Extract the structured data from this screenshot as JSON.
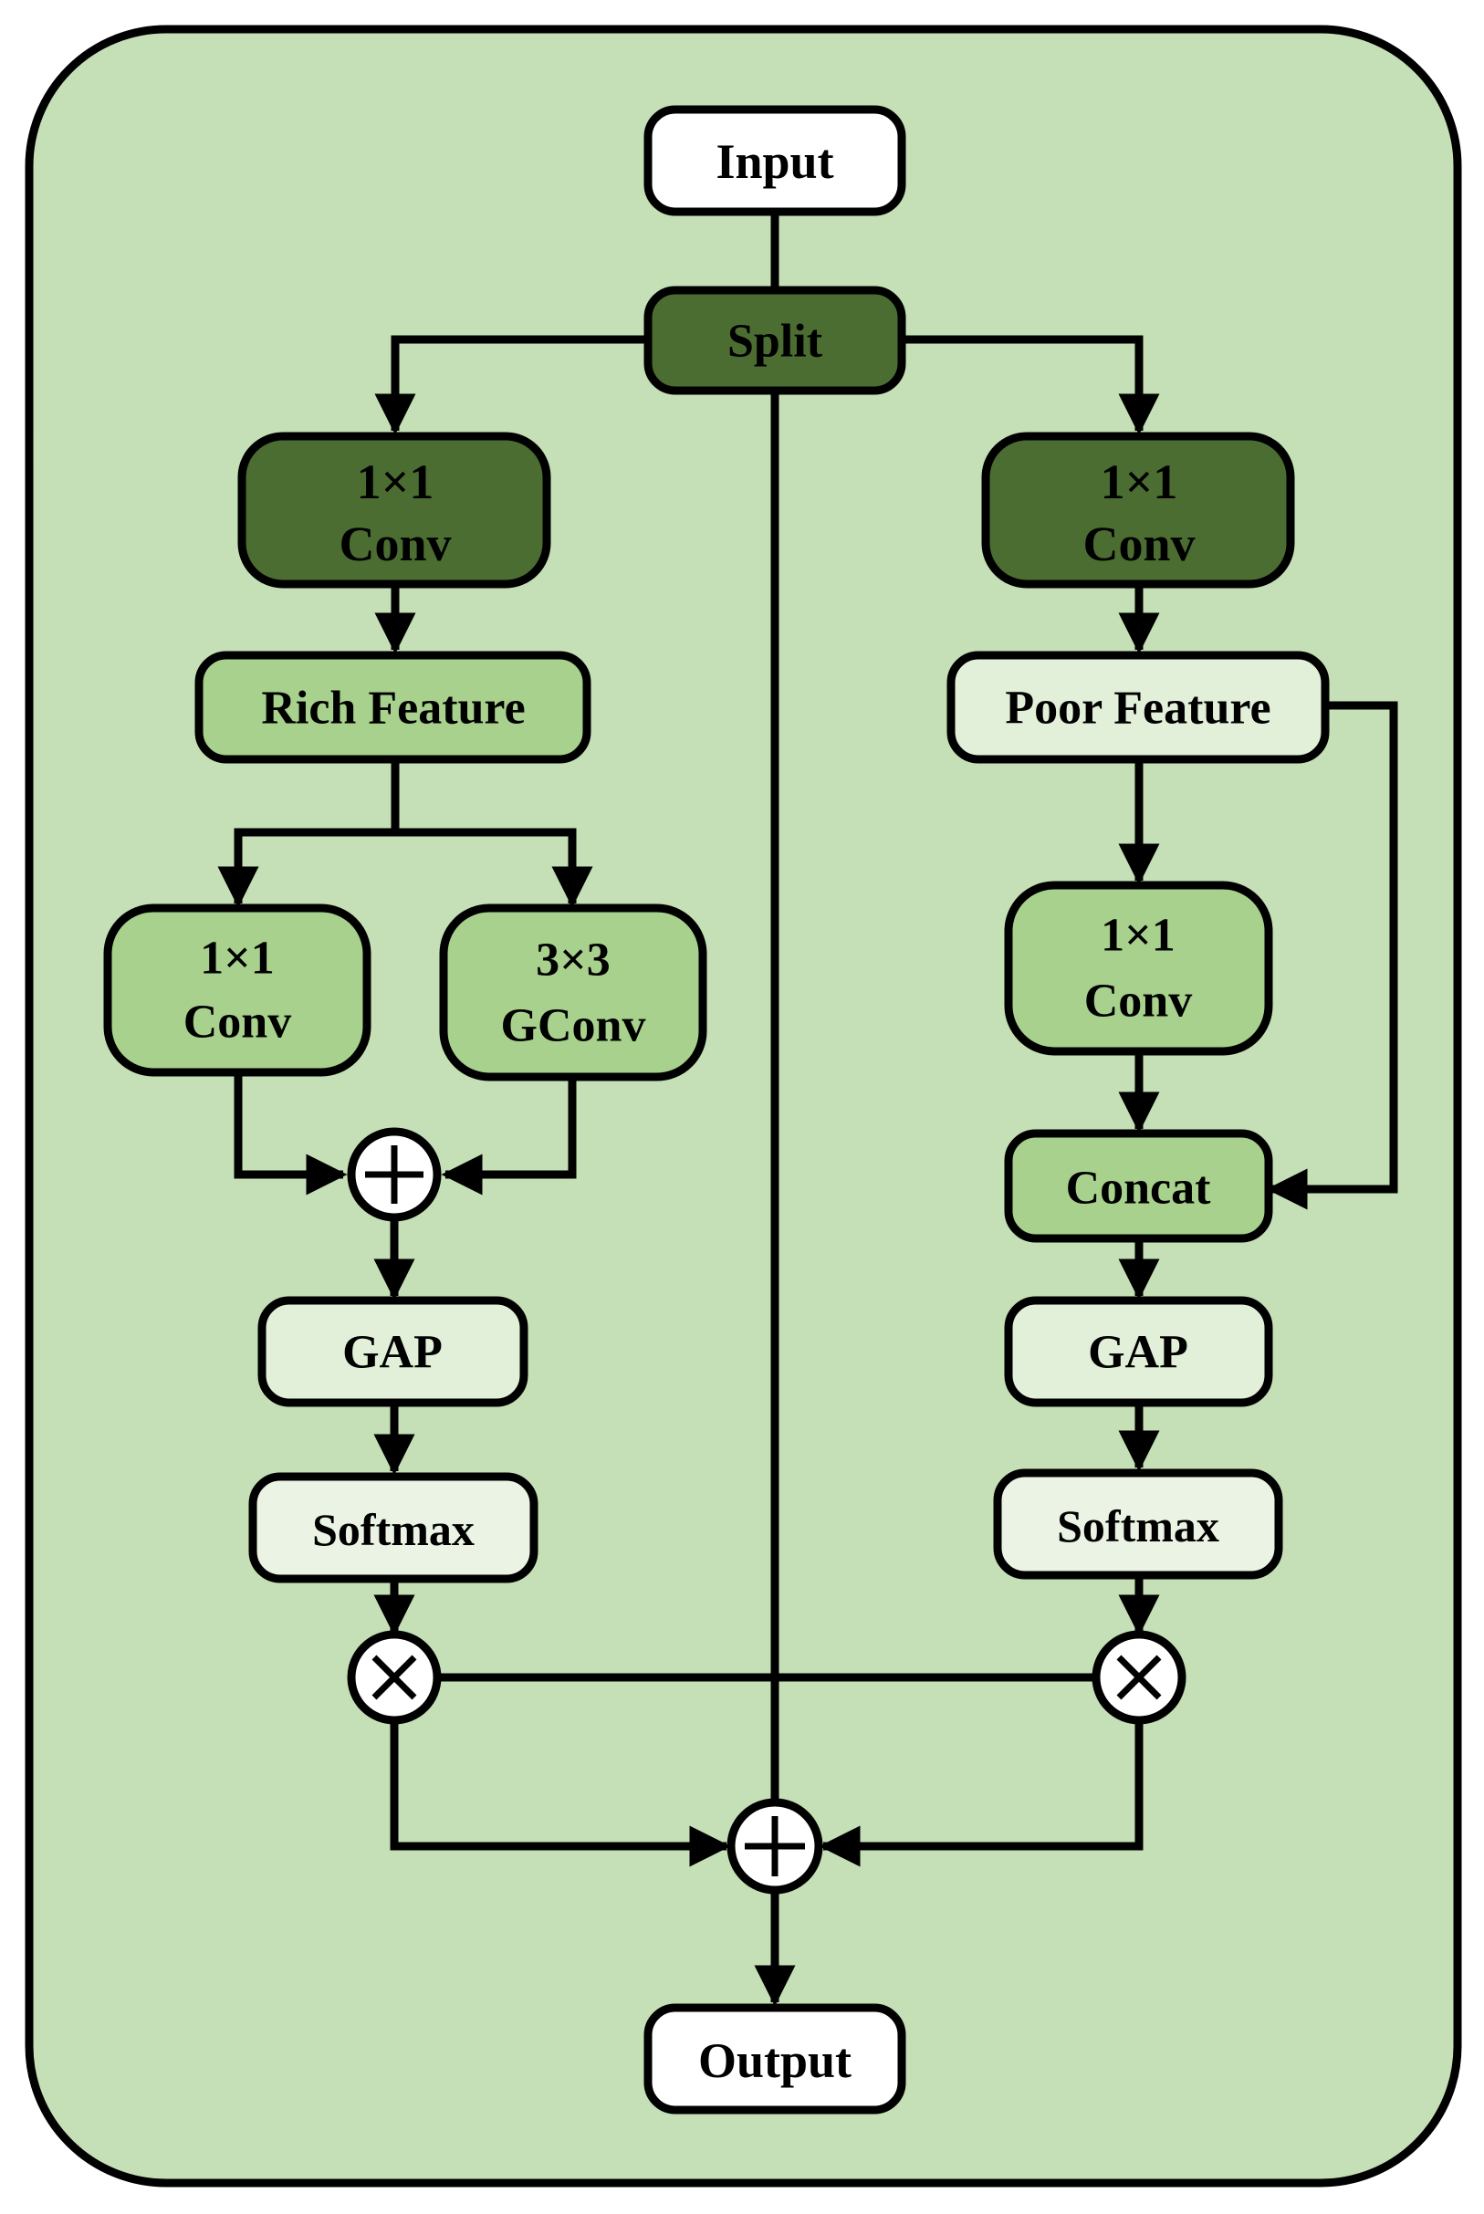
{
  "colors": {
    "background": "#c5e0b6",
    "dark": "#4b6d31",
    "medium": "#a8d18d",
    "light": "#e2f0d9",
    "lightest": "#eaf3e4",
    "white": "#ffffff",
    "stroke": "#000000"
  },
  "nodes": {
    "input": "Input",
    "split": "Split",
    "left_conv": [
      "1×1",
      "Conv"
    ],
    "rich_feature": "Rich Feature",
    "left_small_conv": [
      "1×1",
      "Conv"
    ],
    "gconv": [
      "3×3",
      "GConv"
    ],
    "left_gap": "GAP",
    "left_softmax": "Softmax",
    "right_conv": [
      "1×1",
      "Conv"
    ],
    "poor_feature": "Poor Feature",
    "right_small_conv": [
      "1×1",
      "Conv"
    ],
    "concat": "Concat",
    "right_gap": "GAP",
    "right_softmax": "Softmax",
    "output": "Output"
  },
  "operators": {
    "add_symbol": "plus",
    "multiply_symbol": "times"
  }
}
